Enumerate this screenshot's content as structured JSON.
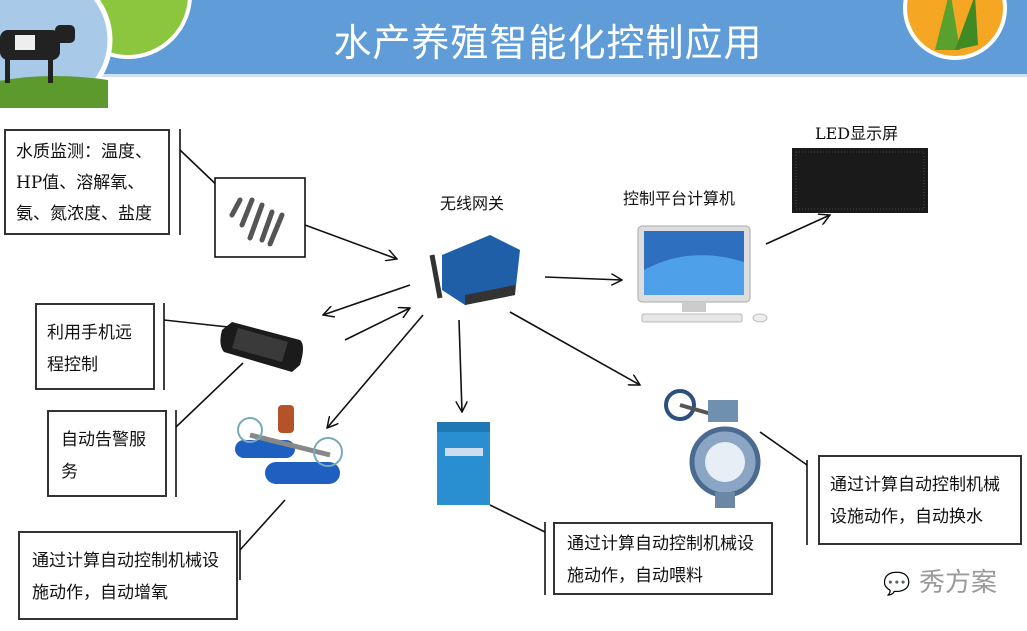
{
  "header": {
    "title": "水产养殖智能化控制应用"
  },
  "labels": {
    "gateway": "无线网关",
    "computer": "控制平台计算机",
    "led": "LED显示屏"
  },
  "boxes": {
    "water_quality": "水质监测：温度、HP值、溶解氧、氨、氮浓度、盐度",
    "phone_control": "利用手机远程控制",
    "alarm": "自动告警服务",
    "aeration": "通过计算自动控制机械设施动作，自动增氧",
    "feeding": "通过计算自动控制机械设施动作，自动喂料",
    "water_change": "通过计算自动控制机械设施动作，自动换水"
  },
  "watermark": "秀方案",
  "colors": {
    "header": "#5f9cd8",
    "accent_blue": "#1f6fb5"
  }
}
